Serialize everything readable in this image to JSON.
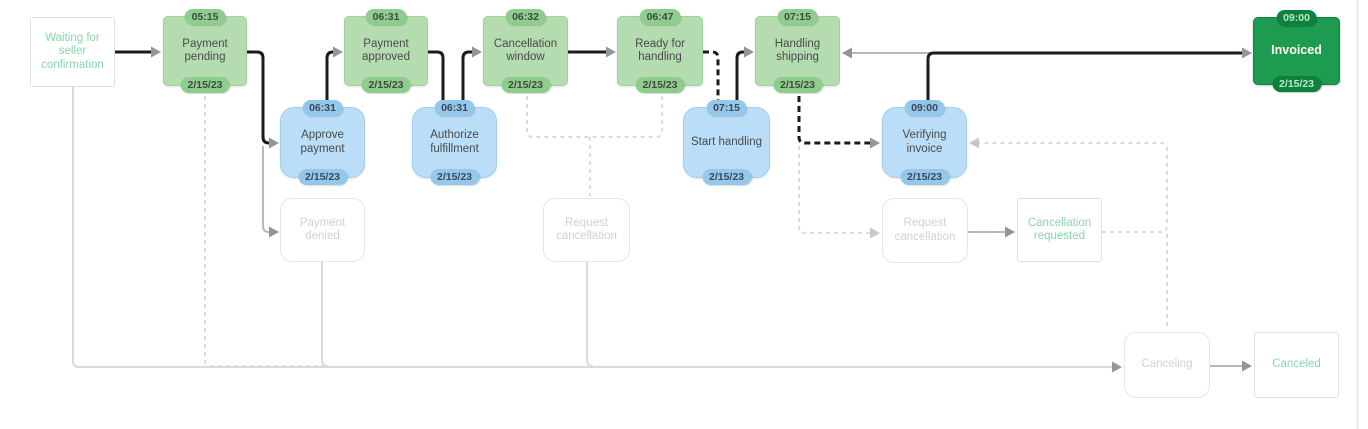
{
  "diagram": {
    "nodes": [
      {
        "id": "waiting-seller-confirmation",
        "label": "Waiting for seller confirmation",
        "kind": "start"
      },
      {
        "id": "payment-pending",
        "label": "Payment pending",
        "time": "05:15",
        "date": "2/15/23",
        "kind": "completed-state"
      },
      {
        "id": "approve-payment",
        "label": "Approve payment",
        "time": "06:31",
        "date": "2/15/23",
        "kind": "completed-task"
      },
      {
        "id": "payment-approved",
        "label": "Payment approved",
        "time": "06:31",
        "date": "2/15/23",
        "kind": "completed-state"
      },
      {
        "id": "authorize-fulfillment",
        "label": "Authorize fulfillment",
        "time": "06:31",
        "date": "2/15/23",
        "kind": "completed-task"
      },
      {
        "id": "cancellation-window",
        "label": "Cancellation window",
        "time": "06:32",
        "date": "2/15/23",
        "kind": "completed-state"
      },
      {
        "id": "ready-for-handling",
        "label": "Ready for handling",
        "time": "06:47",
        "date": "2/15/23",
        "kind": "completed-state"
      },
      {
        "id": "start-handling",
        "label": "Start handling",
        "time": "07:15",
        "date": "2/15/23",
        "kind": "completed-task"
      },
      {
        "id": "handling-shipping",
        "label": "Handling shipping",
        "time": "07:15",
        "date": "2/15/23",
        "kind": "completed-state"
      },
      {
        "id": "verifying-invoice",
        "label": "Verifying invoice",
        "time": "09:00",
        "date": "2/15/23",
        "kind": "completed-task"
      },
      {
        "id": "invoiced",
        "label": "Invoiced",
        "time": "09:00",
        "date": "2/15/23",
        "kind": "current-state"
      },
      {
        "id": "payment-denied",
        "label": "Payment denied",
        "kind": "not-taken"
      },
      {
        "id": "request-cancellation-1",
        "label": "Request cancellation",
        "kind": "not-taken"
      },
      {
        "id": "request-cancellation-2",
        "label": "Request cancellation",
        "kind": "not-taken"
      },
      {
        "id": "cancellation-requested",
        "label": "Cancellation requested",
        "kind": "possible-state"
      },
      {
        "id": "canceling",
        "label": "Canceling",
        "kind": "not-taken"
      },
      {
        "id": "canceled",
        "label": "Canceled",
        "kind": "possible-state"
      }
    ],
    "edges": [
      {
        "from": "waiting-seller-confirmation",
        "to": "payment-pending",
        "style": "solid-black"
      },
      {
        "from": "payment-pending",
        "to": "approve-payment",
        "style": "solid-black"
      },
      {
        "from": "payment-pending",
        "to": "payment-denied",
        "style": "solid-gray"
      },
      {
        "from": "approve-payment",
        "to": "payment-approved",
        "style": "solid-black"
      },
      {
        "from": "payment-approved",
        "to": "authorize-fulfillment",
        "style": "solid-black"
      },
      {
        "from": "authorize-fulfillment",
        "to": "cancellation-window",
        "style": "solid-black"
      },
      {
        "from": "cancellation-window",
        "to": "ready-for-handling",
        "style": "solid-black"
      },
      {
        "from": "ready-for-handling",
        "to": "start-handling",
        "style": "dashed-black"
      },
      {
        "from": "start-handling",
        "to": "handling-shipping",
        "style": "solid-black"
      },
      {
        "from": "handling-shipping",
        "to": "verifying-invoice",
        "style": "dashed-black"
      },
      {
        "from": "handling-shipping",
        "to": "request-cancellation-2",
        "style": "dashed-light"
      },
      {
        "from": "verifying-invoice",
        "to": "invoiced",
        "style": "solid-black"
      },
      {
        "from": "verifying-invoice",
        "to": "handling-shipping",
        "style": "solid-gray"
      },
      {
        "from": "request-cancellation-2",
        "to": "cancellation-requested",
        "style": "solid-gray"
      },
      {
        "from": "cancellation-requested",
        "to": "verifying-invoice",
        "style": "dashed-light"
      },
      {
        "from": "cancellation-requested",
        "to": "canceling",
        "style": "dashed-light"
      },
      {
        "from": "cancellation-window",
        "to": "request-cancellation-1",
        "style": "dashed-light"
      },
      {
        "from": "ready-for-handling",
        "to": "request-cancellation-1",
        "style": "dashed-light"
      },
      {
        "from": "request-cancellation-1",
        "to": "canceling",
        "style": "solid-light"
      },
      {
        "from": "payment-pending",
        "to": "canceling",
        "style": "dashed-light"
      },
      {
        "from": "waiting-seller-confirmation",
        "to": "canceling",
        "style": "solid-light"
      },
      {
        "from": "payment-denied",
        "to": "canceling",
        "style": "solid-light"
      },
      {
        "from": "canceling",
        "to": "canceled",
        "style": "solid-gray"
      }
    ],
    "colors": {
      "completed_state_fill": "#b4dcb0",
      "completed_task_fill": "#badef7",
      "current_state_fill": "#1d9b51",
      "taken_edge": "#1b1b1b",
      "gray_edge": "#b3b9c0",
      "light_edge": "#d7dadf",
      "possible_text": "#87d8ab"
    }
  }
}
